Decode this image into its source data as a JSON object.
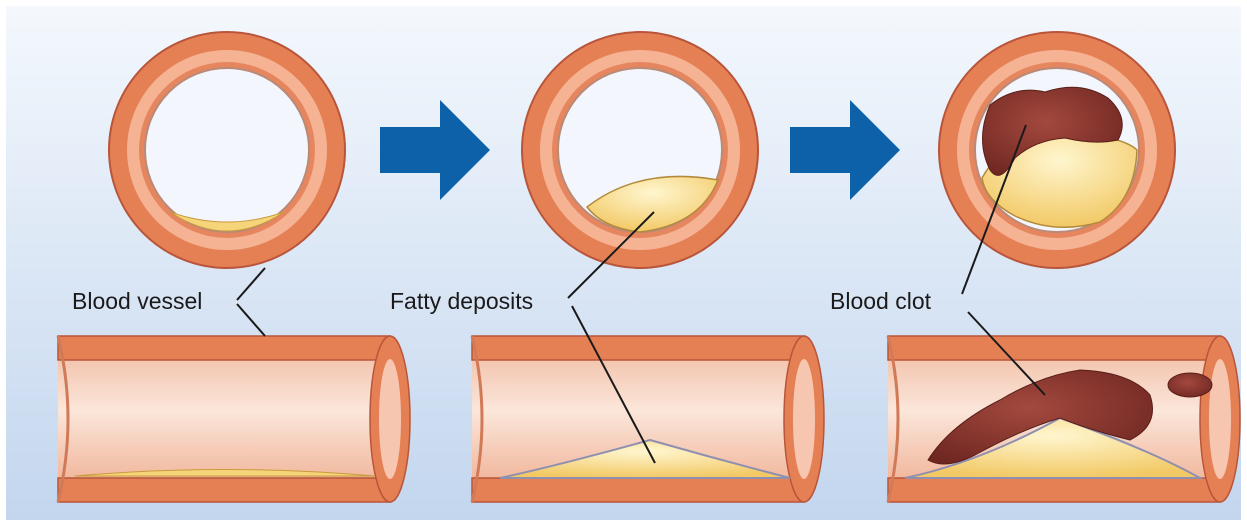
{
  "labels": {
    "blood_vessel": "Blood vessel",
    "fatty_deposits": "Fatty deposits",
    "blood_clot": "Blood clot"
  },
  "colors": {
    "background_top": "#f4f8fd",
    "background_bottom": "#c3d6ee",
    "vessel_wall": "#e07a52",
    "vessel_wall_dark": "#c65f3c",
    "vessel_lining": "#f6b596",
    "lumen": "#f3f7fd",
    "fat": "#f6d57a",
    "clot": "#8c3a32",
    "arrow": "#0d61a8",
    "leader_line": "#1a1a1a"
  }
}
